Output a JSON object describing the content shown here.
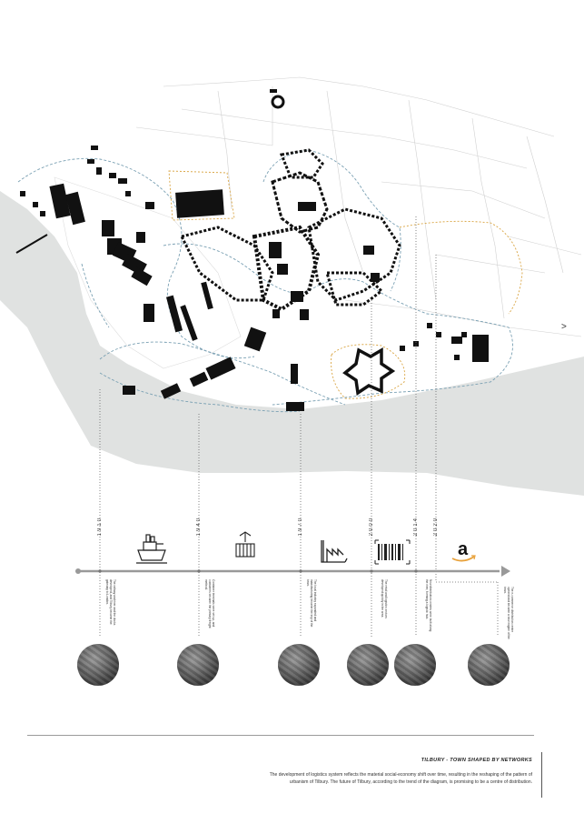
{
  "caption": {
    "title": "TILBURY - TOWN SHAPED BY NETWORKS",
    "body": "The development of logistics system reflects the material social-economy shift over time, resulting in the reshaping of the pattern of urbanism of Tilbury. The future of Tilbury, according to the trend of the diagram, is promising to be a centre of distribution."
  },
  "timeline": [
    {
      "year": "1910",
      "icon": "ship-icon",
      "text": "The railway and river and the docks developed, and Tilbury became the gateway to London."
    },
    {
      "year": "1940",
      "icon": "container-crane-icon",
      "text": "Container terminals were set up, and containers became the primary freight method."
    },
    {
      "year": "1970",
      "icon": "factory-icon",
      "text": "The local industry expanded and manufacturing became the key of the town."
    },
    {
      "year": "2000",
      "icon": "barcode-icon",
      "text": "The retail and logistics sectors developed quickly in the area."
    },
    {
      "year": "2014",
      "icon": "warehouse-icon",
      "text": "New distribution centres were built along the river, forming a logistic hub."
    },
    {
      "year": "2020",
      "icon": "amazon-logo-icon",
      "text": "The e-commerce distribution centre opened and became a new engine of the town."
    }
  ],
  "colors": {
    "river": "#e0e2e1",
    "buildings": "#111111",
    "network": "#7aa0b3",
    "orange_route": "#d9a441",
    "timeline": "#999999"
  }
}
